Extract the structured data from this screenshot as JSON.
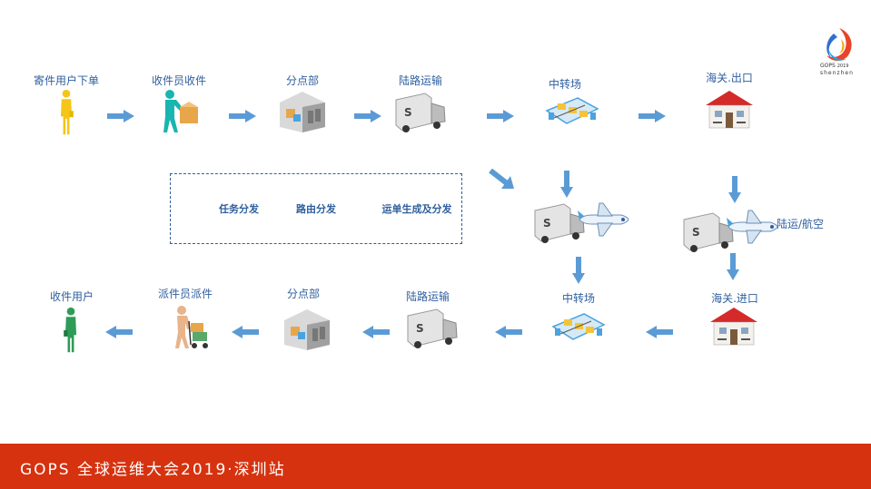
{
  "top_row": [
    {
      "label": "寄件用户下单",
      "icon": "person-icon"
    },
    {
      "label": "收件员收件",
      "icon": "courier-box-icon"
    },
    {
      "label": "分点部",
      "icon": "warehouse-icon"
    },
    {
      "label": "陆路运输",
      "icon": "truck-icon"
    },
    {
      "label": "中转场",
      "icon": "conveyor-icon"
    },
    {
      "label": "海关.出口",
      "icon": "house-icon"
    }
  ],
  "middle": {
    "tasks": [
      "任务分发",
      "路由分发",
      "运单生成及分发"
    ],
    "transport_label": "陆运/航空"
  },
  "bottom_row": [
    {
      "label": "收件用户",
      "icon": "person-icon"
    },
    {
      "label": "派件员派件",
      "icon": "delivery-cart-icon"
    },
    {
      "label": "分点部",
      "icon": "warehouse-icon"
    },
    {
      "label": "陆路运输",
      "icon": "truck-icon"
    },
    {
      "label": "中转场",
      "icon": "conveyor-icon"
    },
    {
      "label": "海关.进口",
      "icon": "house-icon"
    }
  ],
  "logo": {
    "name": "GOPS",
    "year": "2019",
    "city": "shenzhen"
  },
  "footer": {
    "text": "GOPS 全球运维大会2019·深圳站"
  },
  "colors": {
    "accent": "#2f5f9e",
    "arrow": "#5b9bd5",
    "footer": "#d6320f",
    "roof": "#d42a2a"
  }
}
